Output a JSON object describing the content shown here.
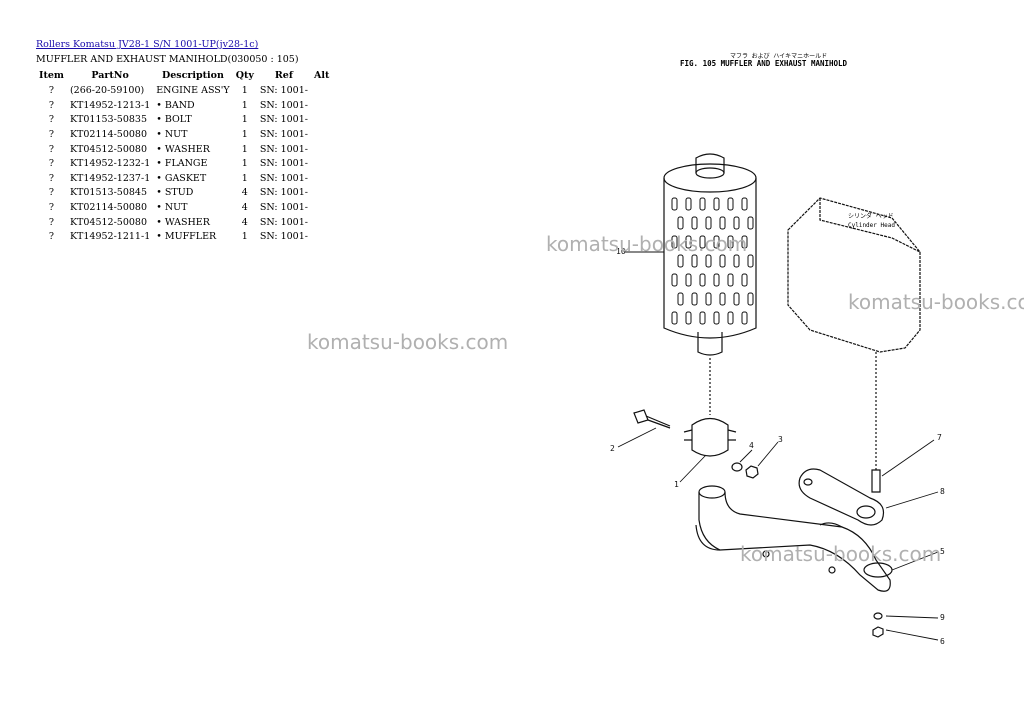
{
  "header": {
    "breadcrumb": "Rollers Komatsu JV28-1 S/N 1001-UP(jv28-1c)",
    "subtitle": "MUFFLER AND EXHAUST MANIHOLD(030050 : 105)"
  },
  "table": {
    "headers": [
      "Item",
      "PartNo",
      "Description",
      "Qty",
      "Ref",
      "Alt"
    ],
    "rows": [
      [
        "?",
        "(266-20-59100)",
        "ENGINE ASS'Y",
        "1",
        "SN: 1001-",
        ""
      ],
      [
        "?",
        "KT14952-1213-1",
        "• BAND",
        "1",
        "SN: 1001-",
        ""
      ],
      [
        "?",
        "KT01153-50835",
        "• BOLT",
        "1",
        "SN: 1001-",
        ""
      ],
      [
        "?",
        "KT02114-50080",
        "• NUT",
        "1",
        "SN: 1001-",
        ""
      ],
      [
        "?",
        "KT04512-50080",
        "• WASHER",
        "1",
        "SN: 1001-",
        ""
      ],
      [
        "?",
        "KT14952-1232-1",
        "• FLANGE",
        "1",
        "SN: 1001-",
        ""
      ],
      [
        "?",
        "KT14952-1237-1",
        "• GASKET",
        "1",
        "SN: 1001-",
        ""
      ],
      [
        "?",
        "KT01513-50845",
        "• STUD",
        "4",
        "SN: 1001-",
        ""
      ],
      [
        "?",
        "KT02114-50080",
        "• NUT",
        "4",
        "SN: 1001-",
        ""
      ],
      [
        "?",
        "KT04512-50080",
        "• WASHER",
        "4",
        "SN: 1001-",
        ""
      ],
      [
        "?",
        "KT14952-1211-1",
        "• MUFFLER",
        "1",
        "SN: 1001-",
        ""
      ]
    ]
  },
  "figure": {
    "jp_title": "マフラ および ハイキマニホールド",
    "title": "FIG. 105  MUFFLER AND EXHAUST MANIHOLD",
    "cylinder_head_jp": "シリンダ ヘッド",
    "cylinder_head_label": "Cylinder Head",
    "callouts": [
      "10",
      "2",
      "1",
      "4",
      "3",
      "7",
      "8",
      "5",
      "9",
      "6"
    ]
  },
  "watermark": "komatsu-books.com"
}
